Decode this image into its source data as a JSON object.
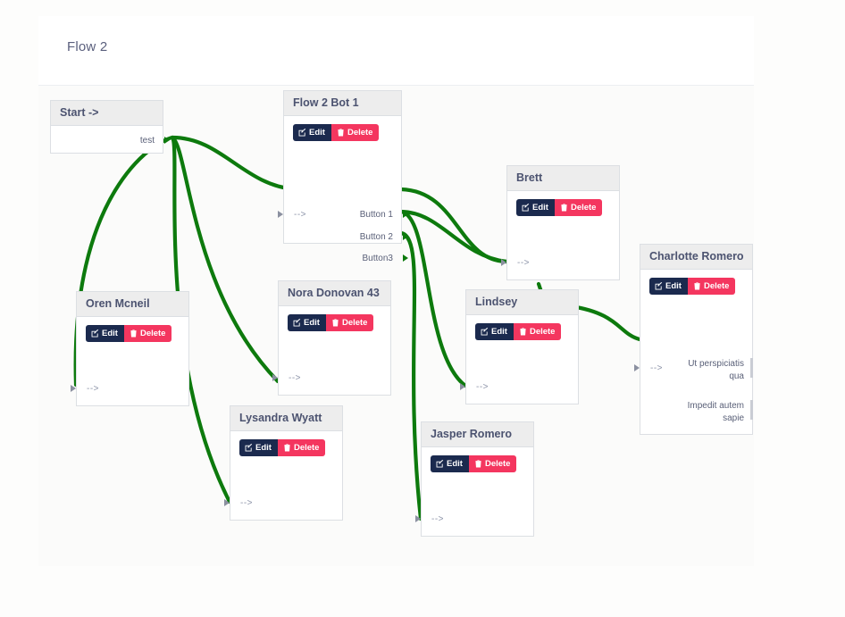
{
  "header": {
    "title": "Flow 2"
  },
  "theme": {
    "edge_color": "#0d7a0d",
    "edit_color": "#1b2a4e",
    "delete_color": "#f4365f",
    "node_header_bg": "#ededed",
    "canvas_bg": "#fbfbfa"
  },
  "buttons": {
    "edit_label": "Edit",
    "delete_label": "Delete"
  },
  "ports": {
    "in_label": "-->"
  },
  "nodes": [
    {
      "id": "start",
      "title": "Start ->",
      "outputs": [
        "test"
      ]
    },
    {
      "id": "bot1",
      "title": "Flow 2 Bot 1",
      "outputs": [
        "Button 1",
        "Button 2",
        "Button3"
      ]
    },
    {
      "id": "oren",
      "title": "Oren Mcneil",
      "outputs": []
    },
    {
      "id": "nora",
      "title": "Nora Donovan 43",
      "outputs": []
    },
    {
      "id": "lysandra",
      "title": "Lysandra Wyatt",
      "outputs": []
    },
    {
      "id": "jasper",
      "title": "Jasper Romero",
      "outputs": []
    },
    {
      "id": "lindsey",
      "title": "Lindsey",
      "outputs": []
    },
    {
      "id": "brett",
      "title": "Brett",
      "outputs": []
    },
    {
      "id": "charlotte",
      "title": "Charlotte Romero",
      "outputs": [
        "Ut perspiciatis qua",
        "Impedit autem sapie"
      ]
    }
  ]
}
